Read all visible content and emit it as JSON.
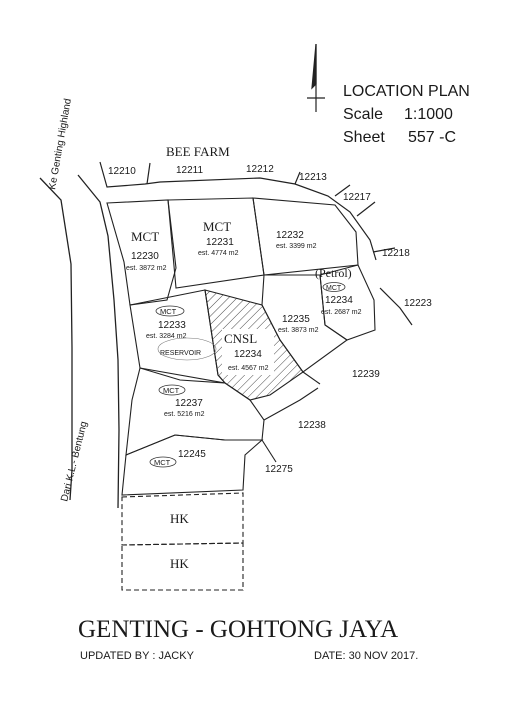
{
  "location_plan": {
    "title": "LOCATION PLAN",
    "scale_label": "Scale",
    "scale_value": "1:1000",
    "sheet_label": "Sheet",
    "sheet_value": "557 -C"
  },
  "roads": {
    "ke": "Ke Genting Highland",
    "dari": "Dari K.L.- Bentung"
  },
  "bee_farm": "BEE FARM",
  "adjacent_lots": {
    "l12210": "12210",
    "l12211": "12211",
    "l12212": "12212",
    "l12213": "12213",
    "l12217": "12217",
    "l12218": "12218",
    "l12223": "12223",
    "l12239": "12239",
    "l12238": "12238",
    "l12275": "12275"
  },
  "lots": {
    "l12230": {
      "owner": "MCT",
      "number": "12230",
      "area": "est. 3872 m2"
    },
    "l12231": {
      "owner": "MCT",
      "number": "12231",
      "area": "est. 4774 m2"
    },
    "l12232": {
      "number": "12232",
      "area": "est. 3399 m2"
    },
    "l12234p": {
      "owner": "(Petrol)",
      "badge": "MCT",
      "number": "12234",
      "area": "est. 2687 m2"
    },
    "l12233": {
      "badge": "MCT",
      "number": "12233",
      "area": "est. 3284 m2",
      "note": "RESERVOIR"
    },
    "l12235": {
      "number": "12235",
      "area": "est. 3873 m2"
    },
    "l12234": {
      "owner": "CNSL",
      "number": "12234",
      "area": "est. 4567 m2"
    },
    "l12237": {
      "badge": "MCT",
      "number": "12237",
      "area": "est. 5216 m2"
    },
    "l12245": {
      "badge": "MCT",
      "number": "12245"
    },
    "hk1": {
      "owner": "HK"
    },
    "hk2": {
      "owner": "HK"
    }
  },
  "title": "GENTING - GOHTONG JAYA",
  "updated_by": "UPDATED BY : JACKY",
  "date": "DATE: 30 NOV 2017."
}
